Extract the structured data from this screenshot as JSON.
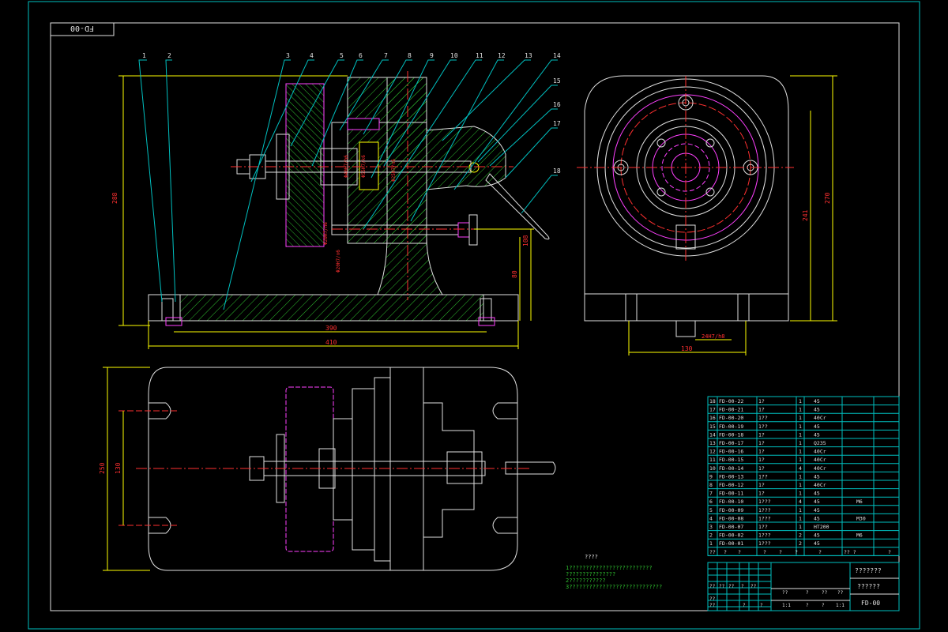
{
  "drawing": {
    "code_box": "FD-00",
    "drawing_number": "FD-00",
    "title_line_1": "???????",
    "title_line_2": "??????",
    "notes_title": "????",
    "notes": [
      "1?????????????????????????",
      "  ???????????????",
      "2???????????",
      "3????????????????????????????"
    ]
  },
  "callouts": [
    "1",
    "2",
    "3",
    "4",
    "5",
    "6",
    "7",
    "8",
    "9",
    "10",
    "11",
    "12",
    "13",
    "14",
    "15",
    "16",
    "17",
    "18"
  ],
  "dimensions": {
    "front_height": "288",
    "front_width_inner": "390",
    "front_width_outer": "410",
    "front_h1": "108",
    "front_h2": "80",
    "side_width": "130",
    "side_height_outer": "270",
    "side_height_inner": "241",
    "side_key": "24H7/h8",
    "top_width": "250",
    "top_inner": "130",
    "fit_1": "Φ40H7/h6",
    "fit_2": "Φ55H7/k6",
    "fit_3": "Φ25H7/n6",
    "fit_4": "Φ20H7/n6",
    "fit_5": "Φ20H7/n6"
  },
  "bom": {
    "rows": [
      {
        "no": "18",
        "code": "FD-00-22",
        "name": "1?",
        "qty": "1",
        "mat": "45",
        "note": ""
      },
      {
        "no": "17",
        "code": "FD-00-21",
        "name": "1?",
        "qty": "1",
        "mat": "45",
        "note": ""
      },
      {
        "no": "16",
        "code": "FD-00-20",
        "name": "1??",
        "qty": "1",
        "mat": "40Cr",
        "note": ""
      },
      {
        "no": "15",
        "code": "FD-00-19",
        "name": "1??",
        "qty": "1",
        "mat": "45",
        "note": ""
      },
      {
        "no": "14",
        "code": "FD-00-18",
        "name": "1?",
        "qty": "1",
        "mat": "45",
        "note": ""
      },
      {
        "no": "13",
        "code": "FD-00-17",
        "name": "1?",
        "qty": "1",
        "mat": "Q235",
        "note": ""
      },
      {
        "no": "12",
        "code": "FD-00-16",
        "name": "1?",
        "qty": "1",
        "mat": "40Cr",
        "note": ""
      },
      {
        "no": "11",
        "code": "FD-00-15",
        "name": "1?",
        "qty": "1",
        "mat": "40Cr",
        "note": ""
      },
      {
        "no": "10",
        "code": "FD-00-14",
        "name": "1?",
        "qty": "4",
        "mat": "40Cr",
        "note": ""
      },
      {
        "no": "9",
        "code": "FD-00-13",
        "name": "1??",
        "qty": "1",
        "mat": "45",
        "note": ""
      },
      {
        "no": "8",
        "code": "FD-00-12",
        "name": "1?",
        "qty": "1",
        "mat": "40Cr",
        "note": ""
      },
      {
        "no": "7",
        "code": "FD-00-11",
        "name": "1?",
        "qty": "1",
        "mat": "45",
        "note": ""
      },
      {
        "no": "6",
        "code": "FD-00-10",
        "name": "1???",
        "qty": "4",
        "mat": "45",
        "note": "M6"
      },
      {
        "no": "5",
        "code": "FD-00-09",
        "name": "1???",
        "qty": "1",
        "mat": "45",
        "note": ""
      },
      {
        "no": "4",
        "code": "FD-00-08",
        "name": "1???",
        "qty": "1",
        "mat": "45",
        "note": "M30"
      },
      {
        "no": "3",
        "code": "FD-00-07",
        "name": "1??",
        "qty": "1",
        "mat": "HT200",
        "note": ""
      },
      {
        "no": "2",
        "code": "FD-00-02",
        "name": "1???",
        "qty": "2",
        "mat": "45",
        "note": "M6"
      },
      {
        "no": "1",
        "code": "FD-00-01",
        "name": "1???",
        "qty": "2",
        "mat": "45",
        "note": ""
      }
    ],
    "header": [
      "??",
      "?",
      "?",
      "?",
      "?",
      "?",
      "?",
      "?? ?",
      "?"
    ],
    "tb_cells": [
      "??",
      "??",
      "??",
      "?",
      "??",
      "??",
      "??",
      "1:1",
      "?",
      "?",
      "??",
      "?",
      "??",
      "??",
      "1:1",
      "?",
      "?"
    ]
  }
}
